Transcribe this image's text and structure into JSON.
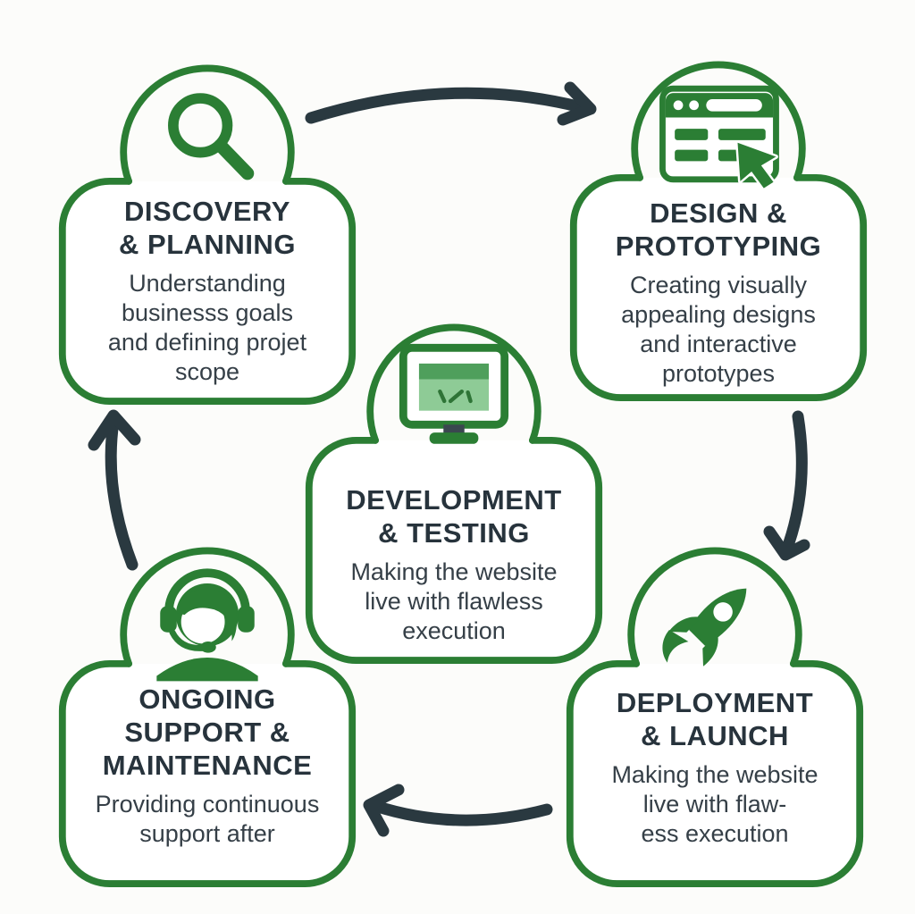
{
  "diagram": {
    "subject": "Website development process cycle",
    "colors": {
      "outline_green": "#2b7e34",
      "icon_green": "#2b7e34",
      "screen_light_green": "#8ecb96",
      "screen_header_green": "#4f9f5c",
      "arrow_dark": "#2a3940",
      "title_text": "#27333c",
      "description_text": "#353f47",
      "background": "#fcfcfa"
    },
    "nodes": [
      {
        "id": "discovery-planning",
        "icon": "magnifier-icon",
        "title_lines": [
          "DISCOVERY",
          "& PLANNING"
        ],
        "desc_lines": [
          "Understanding",
          "businesss goals",
          "and defining projet",
          "scope"
        ]
      },
      {
        "id": "design-prototyping",
        "icon": "browser-design-icon",
        "title_lines": [
          "DESIGN &",
          "PROTOTYPING"
        ],
        "desc_lines": [
          "Creating visually",
          "appealing designs",
          "and interactive",
          "prototypes"
        ]
      },
      {
        "id": "development-testing",
        "icon": "monitor-code-icon",
        "title_lines": [
          "DEVELOPMENT",
          "& TESTING"
        ],
        "desc_lines": [
          "Making the website",
          "live with flawless",
          "execution"
        ]
      },
      {
        "id": "deployment-launch",
        "icon": "rocket-icon",
        "title_lines": [
          "DEPLOYMENT",
          "& LAUNCH"
        ],
        "desc_lines": [
          "Making the website",
          "live with flaw-",
          "ess execution"
        ]
      },
      {
        "id": "ongoing-support-maintenance",
        "icon": "headset-support-icon",
        "title_lines": [
          "ONGOING",
          "SUPPORT &",
          "MAINTENANCE"
        ],
        "desc_lines": [
          "Providing continuous",
          "support after"
        ]
      }
    ],
    "flow": [
      {
        "from": "discovery-planning",
        "to": "design-prototyping",
        "position": "top"
      },
      {
        "from": "design-prototyping",
        "to": "deployment-launch",
        "position": "right"
      },
      {
        "from": "deployment-launch",
        "to": "ongoing-support-maintenance",
        "position": "bottom"
      },
      {
        "from": "ongoing-support-maintenance",
        "to": "discovery-planning",
        "position": "left"
      }
    ]
  }
}
